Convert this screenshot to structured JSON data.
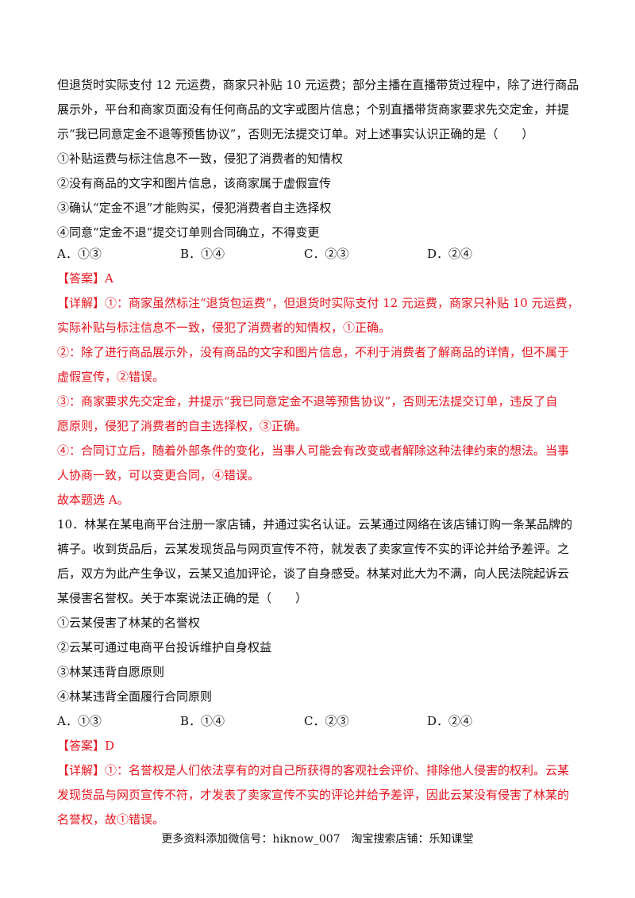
{
  "q9": {
    "stem_lines": [
      "但退货时实际支付 12 元运费，商家只补贴 10 元运费；部分主播在直播带货过程中，除了进行商品",
      "展示外，平台和商家页面没有任何商品的文字或图片信息；个别直播带货商家要求先交定金，并提",
      "示“我已同意定金不退等预售协议”，否则无法提交订单。对上述事实认识正确的是（　　）"
    ],
    "statements": [
      "①补贴运费与标注信息不一致，侵犯了消费者的知情权",
      "②没有商品的文字和图片信息，该商家属于虚假宣传",
      "③确认“定金不退”才能购买，侵犯消费者自主选择权",
      "④同意“定金不退”提交订单则合同确立，不得变更"
    ],
    "options": [
      "A．①③",
      "B．①④",
      "C．②③",
      "D．②④"
    ],
    "answer": "【答案】A",
    "analysis_lines": [
      "【详解】①：商家虽然标注“退货包运费”，但退货时实际支付 12 元运费，商家只补贴 10 元运费，",
      "实际补贴与标注信息不一致，侵犯了消费者的知情权，①正确。",
      "②：除了进行商品展示外，没有商品的文字和图片信息，不利于消费者了解商品的详情，但不属于",
      "虚假宣传，②错误。",
      "③：商家要求先交定金，并提示“我已同意定金不退等预售协议”，否则无法提交订单，违反了自",
      "愿原则，侵犯了消费者的自主选择权，③正确。",
      "④：合同订立后，随着外部条件的变化，当事人可能会有改变或者解除这种法律约束的想法。当事",
      "人协商一致，可以变更合同，④错误。",
      "故本题选 A。"
    ]
  },
  "q10": {
    "stem_lines": [
      "10．林某在某电商平台注册一家店铺，并通过实名认证。云某通过网络在该店铺订购一条某品牌的",
      "裤子。收到货品后，云某发现货品与网页宣传不符，就发表了卖家宣传不实的评论并给予差评。之",
      "后，双方为此产生争议，云某又追加评论，谈了自身感受。林某对此大为不满，向人民法院起诉云",
      "某侵害名誉权。关于本案说法正确的是（　　）"
    ],
    "statements": [
      "①云某侵害了林某的名誉权",
      "②云某可通过电商平台投诉维护自身权益",
      "③林某违背自愿原则",
      "④林某违背全面履行合同原则"
    ],
    "options": [
      "A．①③",
      "B．①④",
      "C．②③",
      "D．②④"
    ],
    "answer": "【答案】D",
    "analysis_lines": [
      "【详解】①：名誉权是人们依法享有的对自己所获得的客观社会评价、排除他人侵害的权利。云某",
      "发现货品与网页宣传不符，才发表了卖家宣传不实的评论并给予差评，因此云某没有侵害了林某的",
      "名誉权，故①错误。"
    ]
  },
  "footer": "更多资料添加微信号：hiknow_007　淘宝搜索店铺：乐知课堂",
  "colors": {
    "text": "#111111",
    "answer": "#e8141e"
  }
}
